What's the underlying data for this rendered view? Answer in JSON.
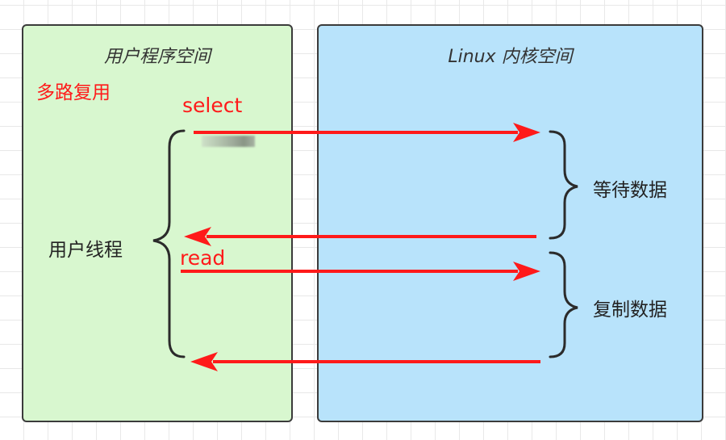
{
  "user_space": {
    "title": "用户程序空间",
    "multiplex_label": "多路复用",
    "thread_label": "用户线程"
  },
  "kernel_space": {
    "title": "Linux 内核空间",
    "wait_label": "等待数据",
    "copy_label": "复制数据"
  },
  "calls": {
    "select": "select",
    "read": "read"
  },
  "colors": {
    "user_panel": "#d8f7cf",
    "kernel_panel": "#b8e3fb",
    "arrow": "#ff1a1a",
    "highlight_text": "#ff1a1a"
  }
}
